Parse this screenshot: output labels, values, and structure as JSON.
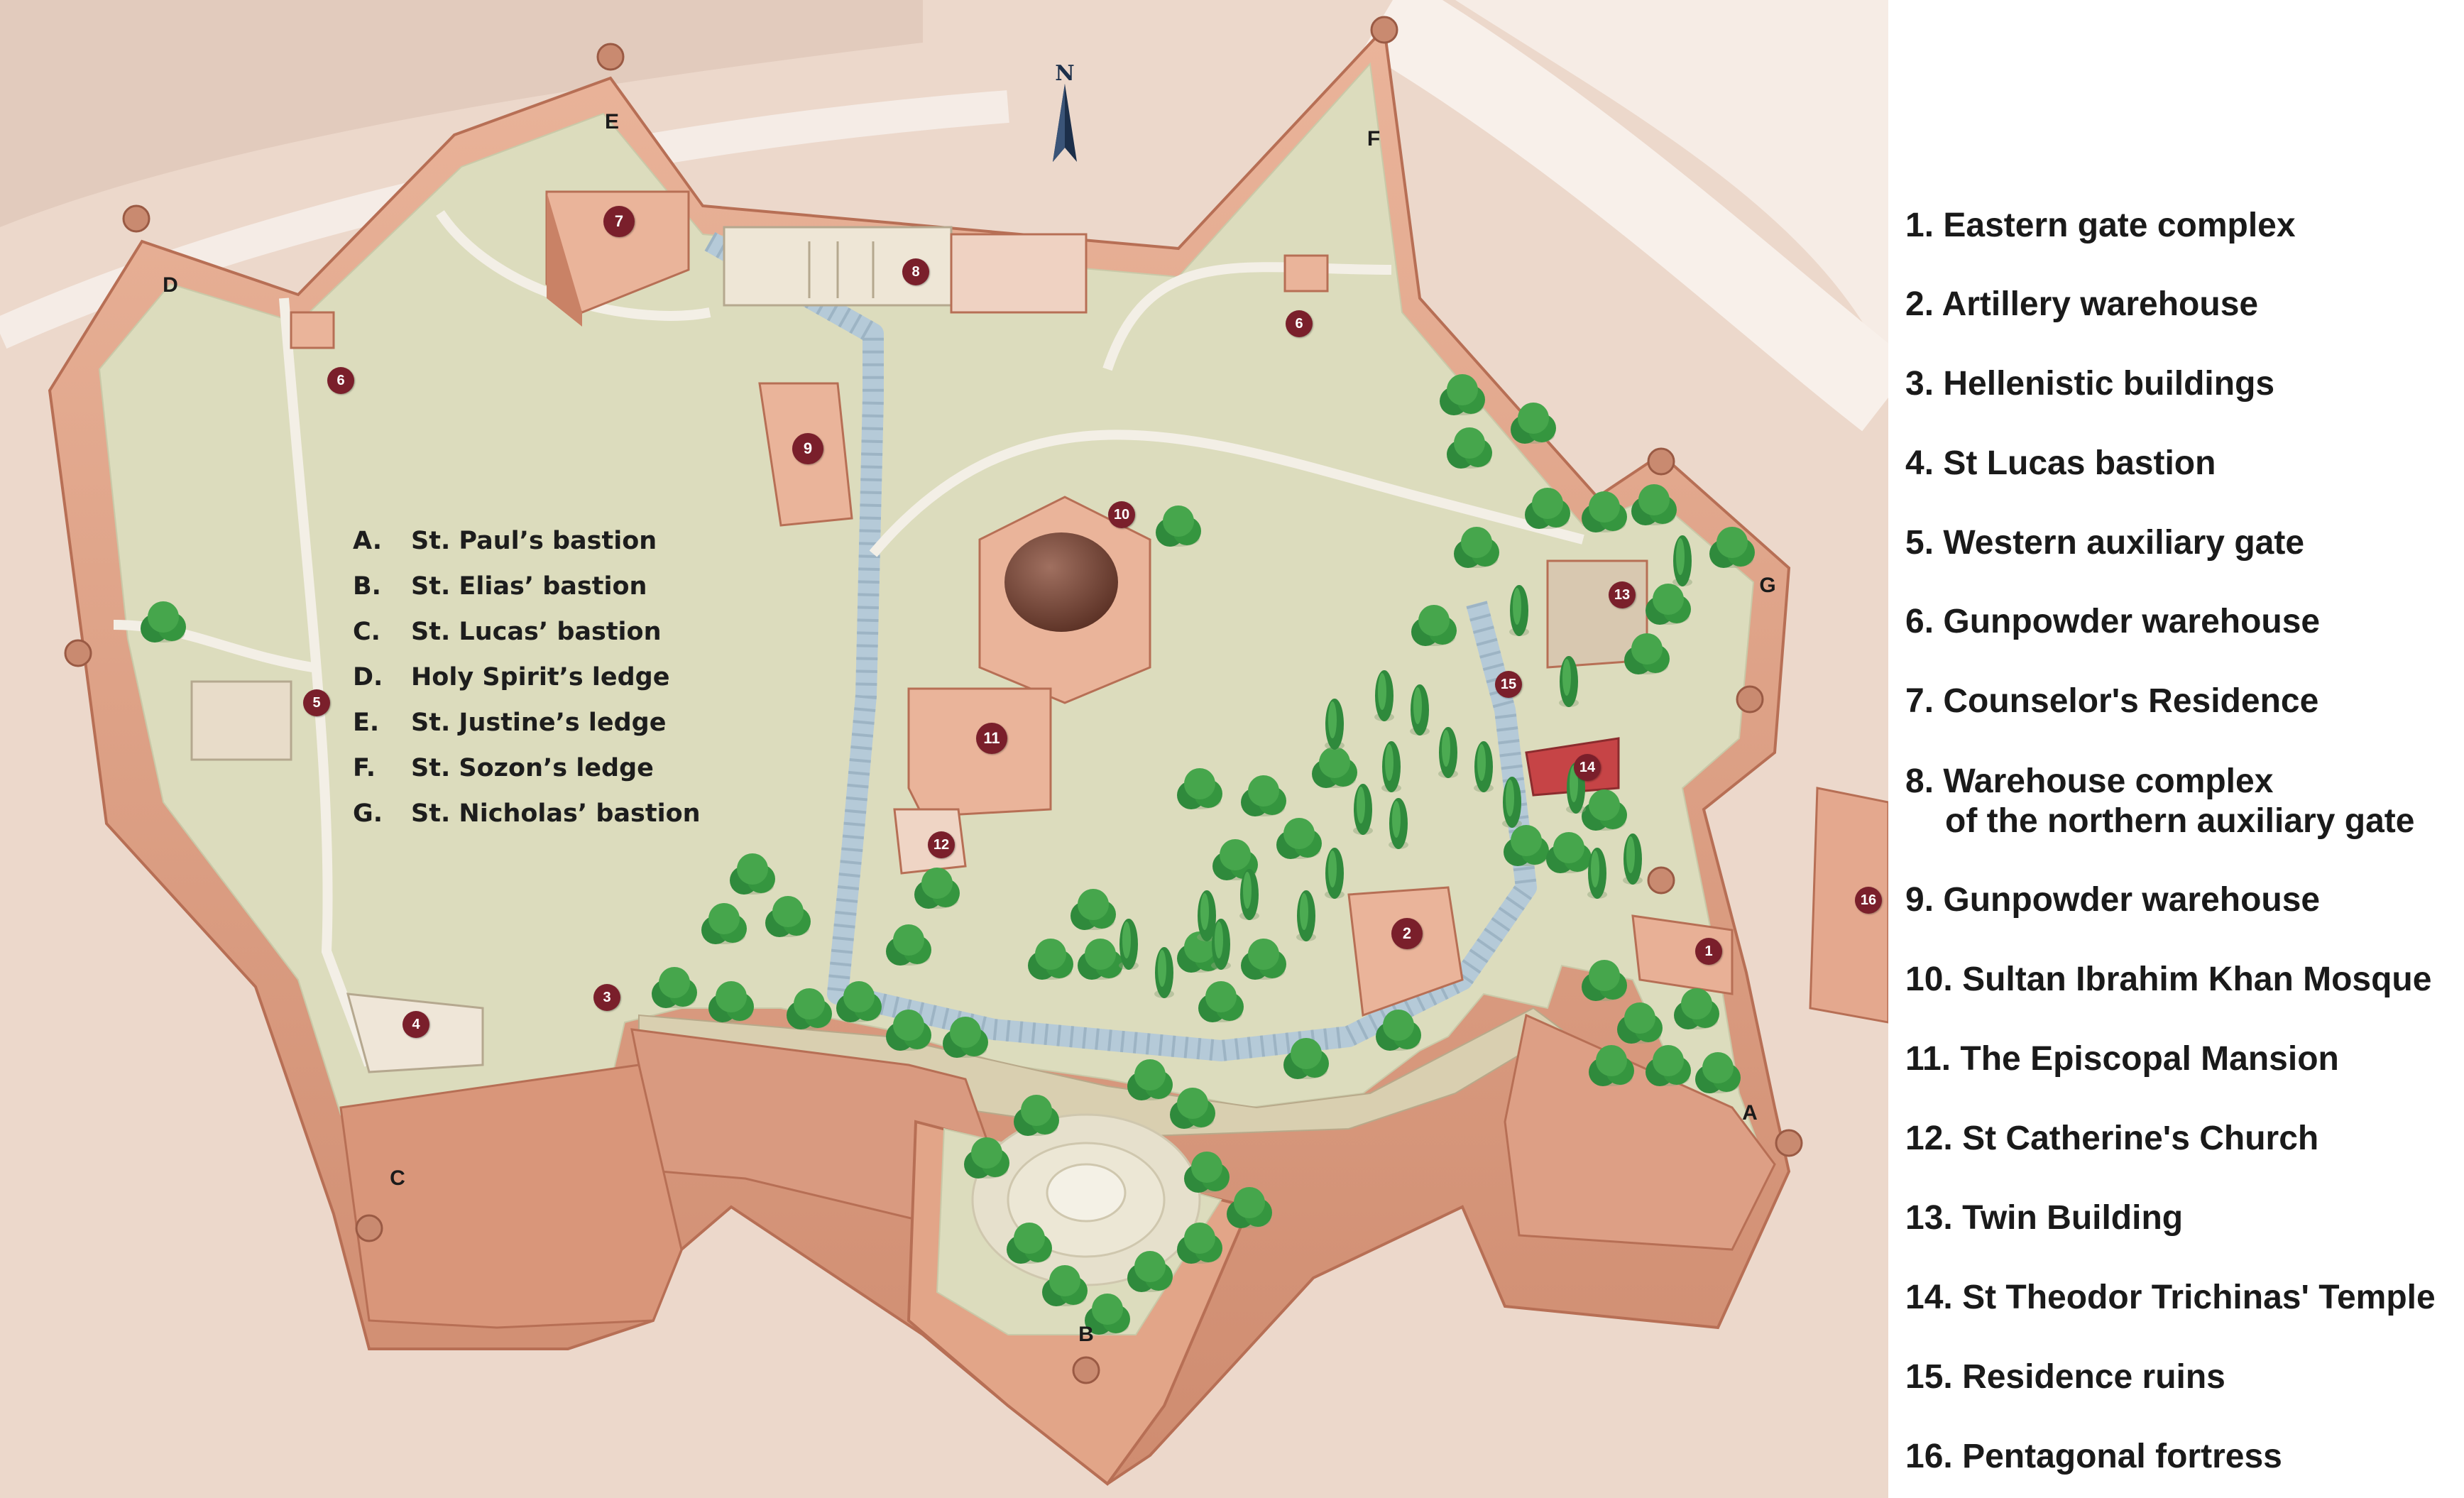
{
  "compass": {
    "label": "N"
  },
  "bastions": [
    {
      "code": "A.",
      "name": "St. Paul’s bastion"
    },
    {
      "code": "B.",
      "name": "St. Elias’  bastion"
    },
    {
      "code": "C.",
      "name": "St. Lucas’ bastion"
    },
    {
      "code": "D.",
      "name": "Holy Spirit’s ledge"
    },
    {
      "code": "E.",
      "name": "St. Justine’s ledge"
    },
    {
      "code": "F.",
      "name": "St. Sozon’s ledge"
    },
    {
      "code": "G.",
      "name": "St. Nicholas’ bastion"
    }
  ],
  "map_letters": {
    "A": "A",
    "B": "B",
    "C": "C",
    "D": "D",
    "E": "E",
    "F": "F",
    "G": "G"
  },
  "markers": {
    "m1": "1",
    "m2": "2",
    "m3": "3",
    "m4": "4",
    "m5": "5",
    "m6a": "6",
    "m6b": "6",
    "m7": "7",
    "m8": "8",
    "m9": "9",
    "m10": "10",
    "m11": "11",
    "m12": "12",
    "m13": "13",
    "m14": "14",
    "m15": "15",
    "m16": "16"
  },
  "legend": [
    {
      "label": "1. Eastern gate complex"
    },
    {
      "label": "2. Artillery warehouse"
    },
    {
      "label": "3. Hellenistic buildings"
    },
    {
      "label": "4. St Lucas bastion"
    },
    {
      "label": "5. Western auxiliary gate"
    },
    {
      "label": "6. Gunpowder warehouse"
    },
    {
      "label": "7. Counselor's Residence"
    },
    {
      "label": "8. Warehouse complex",
      "cont": "of the northern auxiliary gate"
    },
    {
      "label": "9. Gunpowder warehouse"
    },
    {
      "label": "10. Sultan Ibrahim Khan Mosque"
    },
    {
      "label": "11. The Episcopal Mansion"
    },
    {
      "label": "12. St Catherine's Church"
    },
    {
      "label": "13. Twin Building"
    },
    {
      "label": "14. St Theodor Trichinas' Temple"
    },
    {
      "label": "15. Residence ruins"
    },
    {
      "label": "16. Pentagonal fortress"
    }
  ],
  "colors": {
    "ground": "#e8d5c8",
    "grass": "#dcdcbd",
    "wall": "#e4a88e",
    "wall_dark": "#c27a5e",
    "path": "#a9c6d6",
    "tree": "#2f8a3c",
    "marker": "#7a1f2b"
  }
}
